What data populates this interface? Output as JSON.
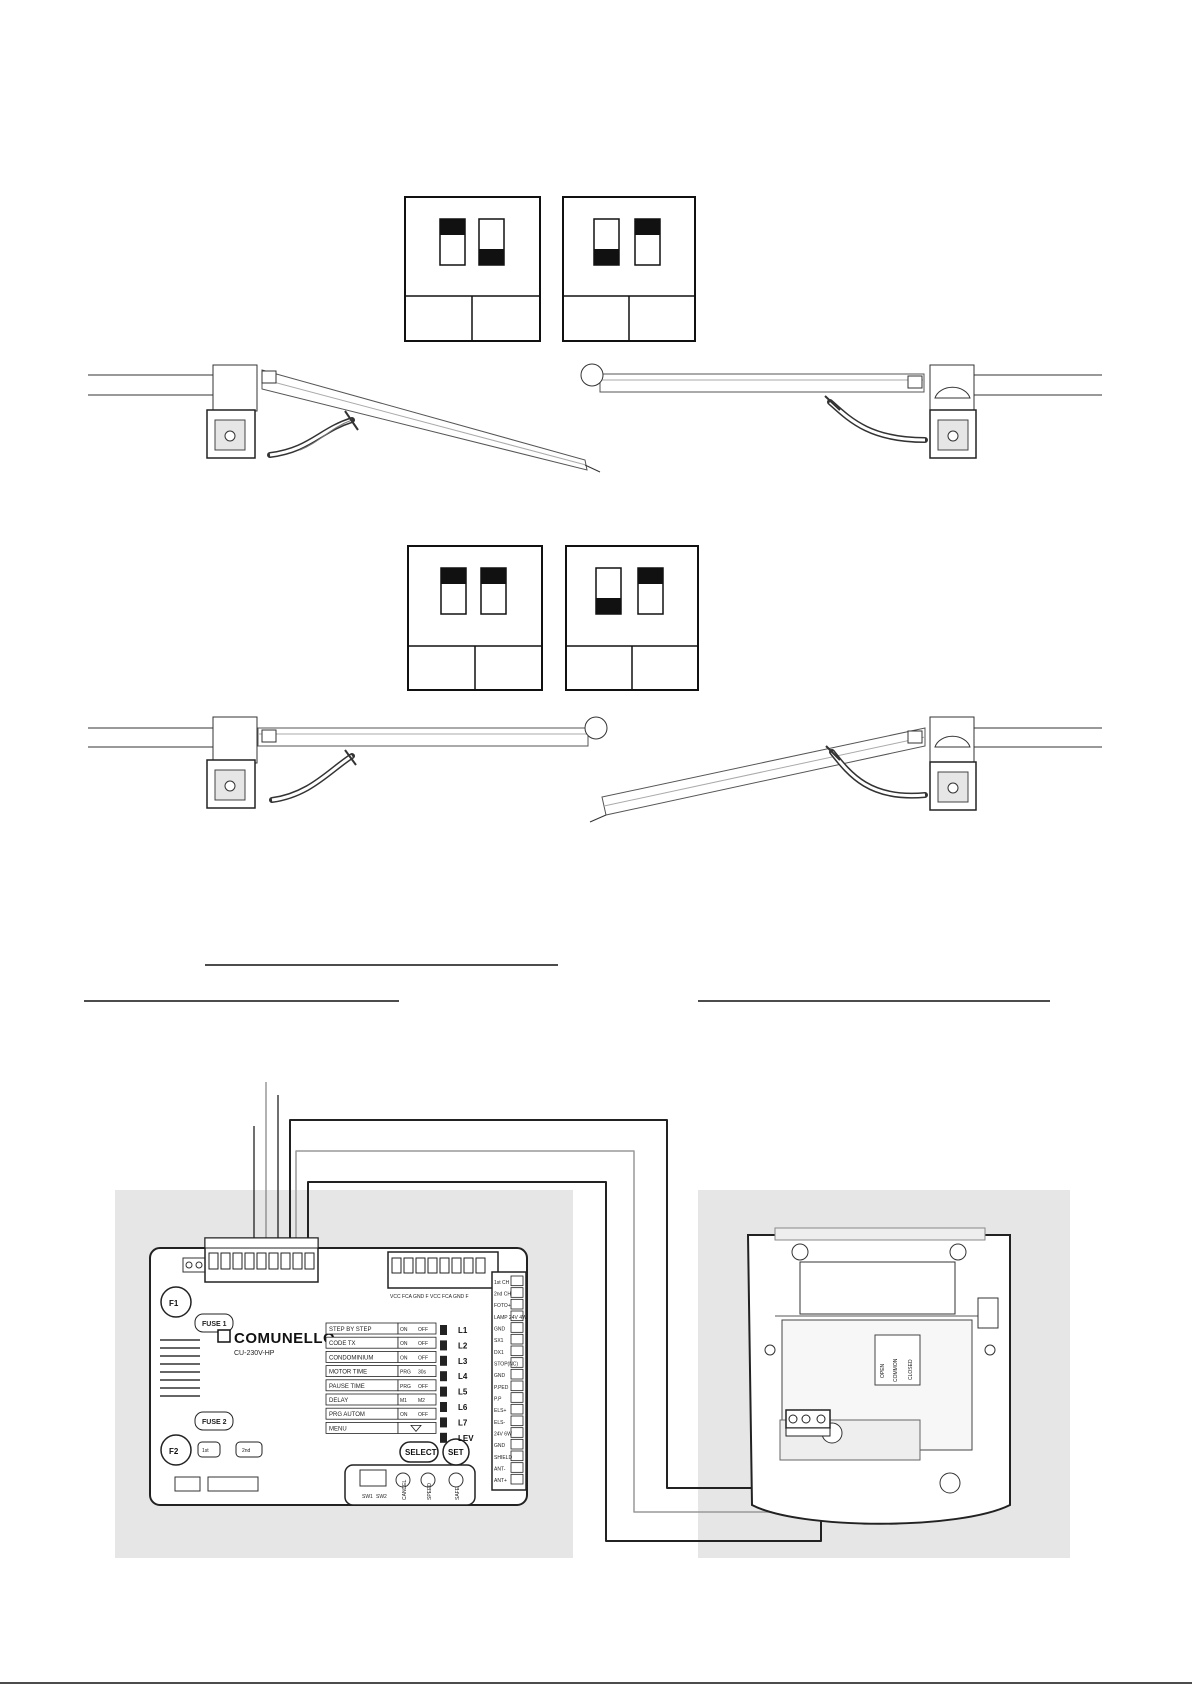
{
  "board": {
    "fuse1": "FUSE 1",
    "fuse2": "FUSE 2",
    "f1": "F1",
    "f2": "F2",
    "brand": "COMUNELLO",
    "model": "CU-230V-HP",
    "select": "SELECT",
    "set": "SET",
    "sw1": "SW1",
    "sw2": "SW2",
    "first": "1st",
    "second": "2nd",
    "menu_rows": [
      {
        "label": "STEP BY STEP",
        "value": "ON",
        "alt": "OFF"
      },
      {
        "label": "CODE TX",
        "value": "ON",
        "alt": "OFF"
      },
      {
        "label": "CONDOMINIUM",
        "value": "ON",
        "alt": "OFF"
      },
      {
        "label": "MOTOR TIME",
        "value": "PRG",
        "alt": "30s"
      },
      {
        "label": "PAUSE TIME",
        "value": "PRG",
        "alt": "OFF"
      },
      {
        "label": "DELAY",
        "value": "M1",
        "alt": "M2"
      },
      {
        "label": "PRG AUTOM",
        "value": "ON",
        "alt": "OFF"
      },
      {
        "label": "MENU",
        "value": "",
        "alt": ""
      }
    ],
    "leds": [
      "L1",
      "L2",
      "L3",
      "L4",
      "L5",
      "L6",
      "L7",
      "LEV"
    ],
    "right_terminals": [
      "1st CH",
      "2nd CH",
      "FOTO+",
      "LAMP 24V 4W",
      "GND",
      "SX1",
      "DX1",
      "STOP(NC)",
      "GND",
      "P.PED",
      "P.P",
      "ELS+",
      "ELS-",
      "24V 6W",
      "GND",
      "SHIELD",
      "ANT-",
      "ANT+"
    ],
    "top_right_terminals": [
      "VCC",
      "FCA",
      "GND",
      "F",
      "VCC",
      "FCA",
      "GND",
      "F"
    ],
    "bottom_terminals": [
      "CANCEL",
      "SPEED",
      "SAFE"
    ]
  },
  "motor": {
    "open": "OPEN",
    "common": "COMMON",
    "closed": "CLOSED"
  }
}
